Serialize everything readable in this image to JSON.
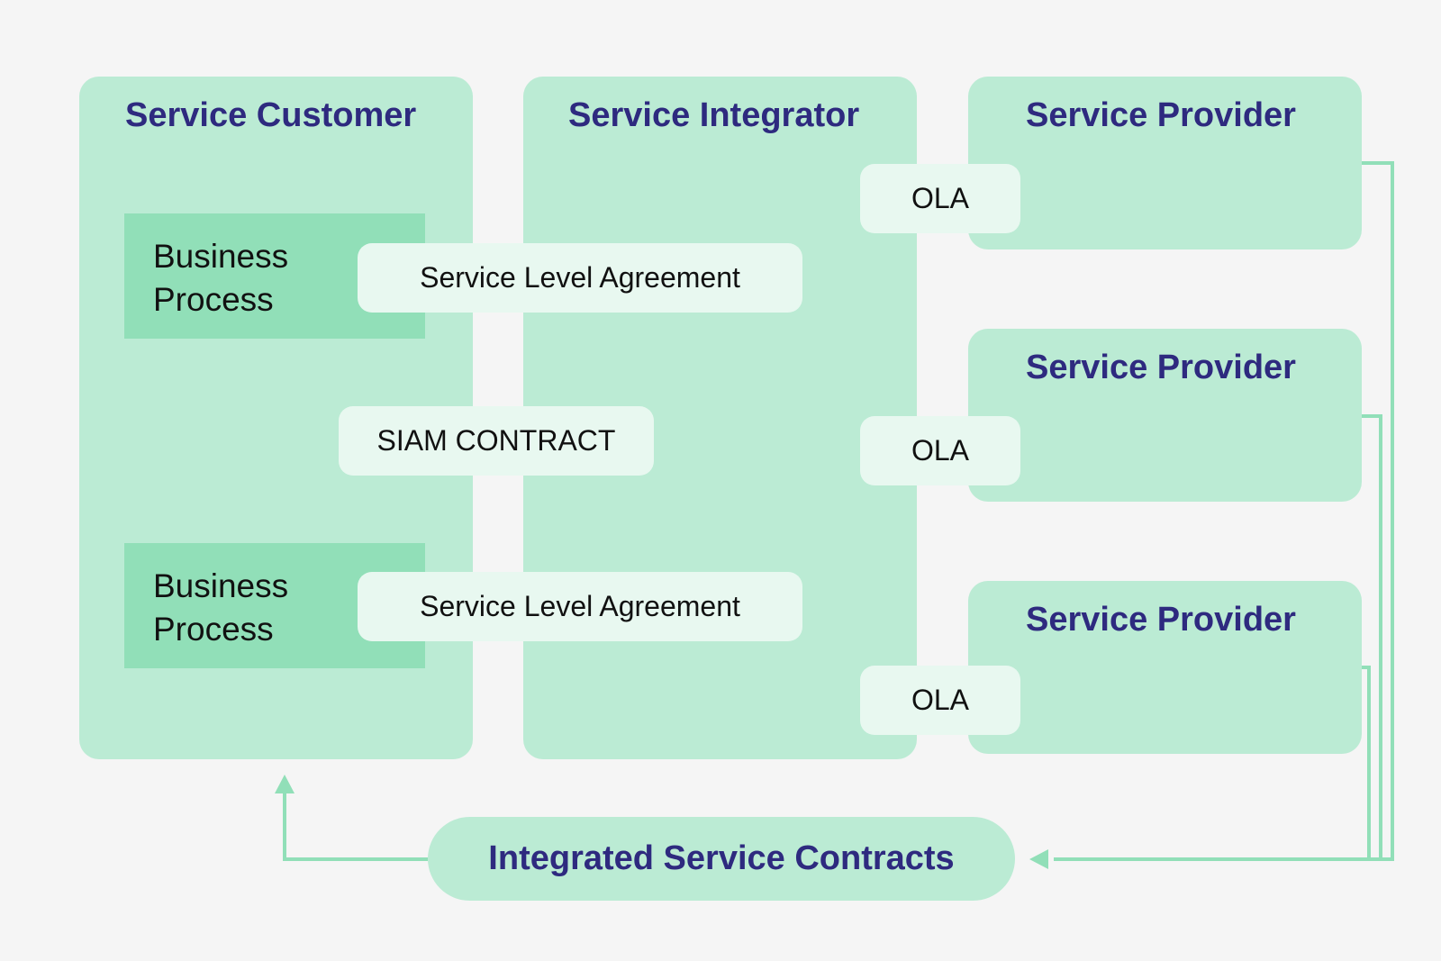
{
  "colors": {
    "background": "#f5f5f5",
    "panel": "#bbebd4",
    "business_process": "#91dfb8",
    "pill": "#e8f8f0",
    "title_text": "#2e2a7f",
    "connector": "#91dfb8"
  },
  "customer": {
    "title": "Service Customer",
    "business_processes": [
      {
        "line1": "Business",
        "line2": "Process"
      },
      {
        "line1": "Business",
        "line2": "Process"
      }
    ]
  },
  "integrator": {
    "title": "Service Integrator"
  },
  "providers": [
    {
      "title": "Service Provider",
      "agreement": "OLA"
    },
    {
      "title": "Service Provider",
      "agreement": "OLA"
    },
    {
      "title": "Service Provider",
      "agreement": "OLA"
    }
  ],
  "agreements": {
    "sla": [
      "Service Level Agreement",
      "Service Level Agreement"
    ],
    "siam_contract": "SIAM CONTRACT"
  },
  "integrated_contracts": {
    "label": "Integrated Service Contracts"
  }
}
